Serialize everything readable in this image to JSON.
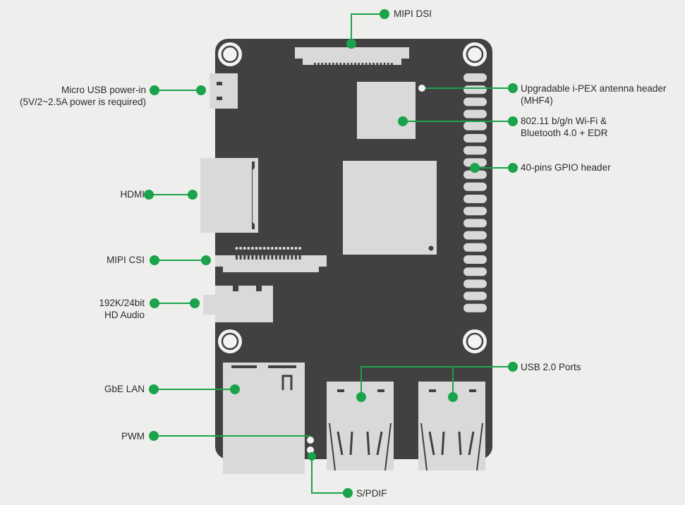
{
  "labels": {
    "mipi_dsi": "MIPI DSI",
    "micro_usb": [
      "Micro USB power-in",
      "(5V/2~2.5A power is required)"
    ],
    "ipex": [
      "Upgradable i-PEX antenna header",
      "(MHF4)"
    ],
    "wifi": [
      "802.11 b/g/n Wi-Fi &",
      "Bluetooth 4.0 + EDR"
    ],
    "gpio": "40-pins GPIO header",
    "hdmi": "HDMI",
    "mipi_csi": "MIPI CSI",
    "audio": [
      "192K/24bit",
      "HD Audio"
    ],
    "usb": "USB 2.0 Ports",
    "lan": "GbE LAN",
    "pwm": "PWM",
    "spdif": "S/PDIF"
  },
  "colors": {
    "background": "#eeeeec",
    "board": "#414141",
    "component": "#d9d9d9",
    "callout": "#1aa34a"
  }
}
